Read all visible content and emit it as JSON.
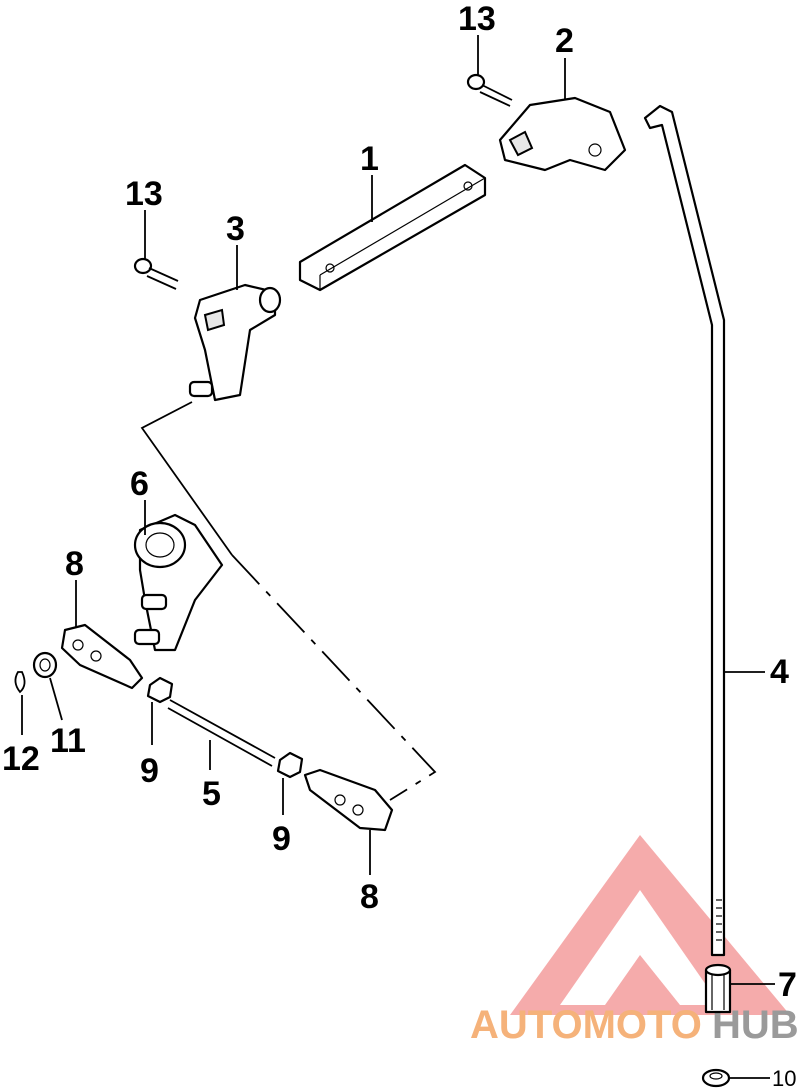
{
  "callouts": {
    "c1": "1",
    "c2": "2",
    "c3": "3",
    "c4": "4",
    "c5": "5",
    "c6": "6",
    "c7": "7",
    "c8a": "8",
    "c8b": "8",
    "c9a": "9",
    "c9b": "9",
    "c10": "10",
    "c11": "11",
    "c12": "12",
    "c13a": "13",
    "c13b": "13"
  },
  "watermark": {
    "text_left": "AUTOMOTO",
    "text_right": "HUB",
    "color_left": "#f5b27a",
    "color_right": "#9a9a9a",
    "logo_color": "#f28f8f"
  }
}
